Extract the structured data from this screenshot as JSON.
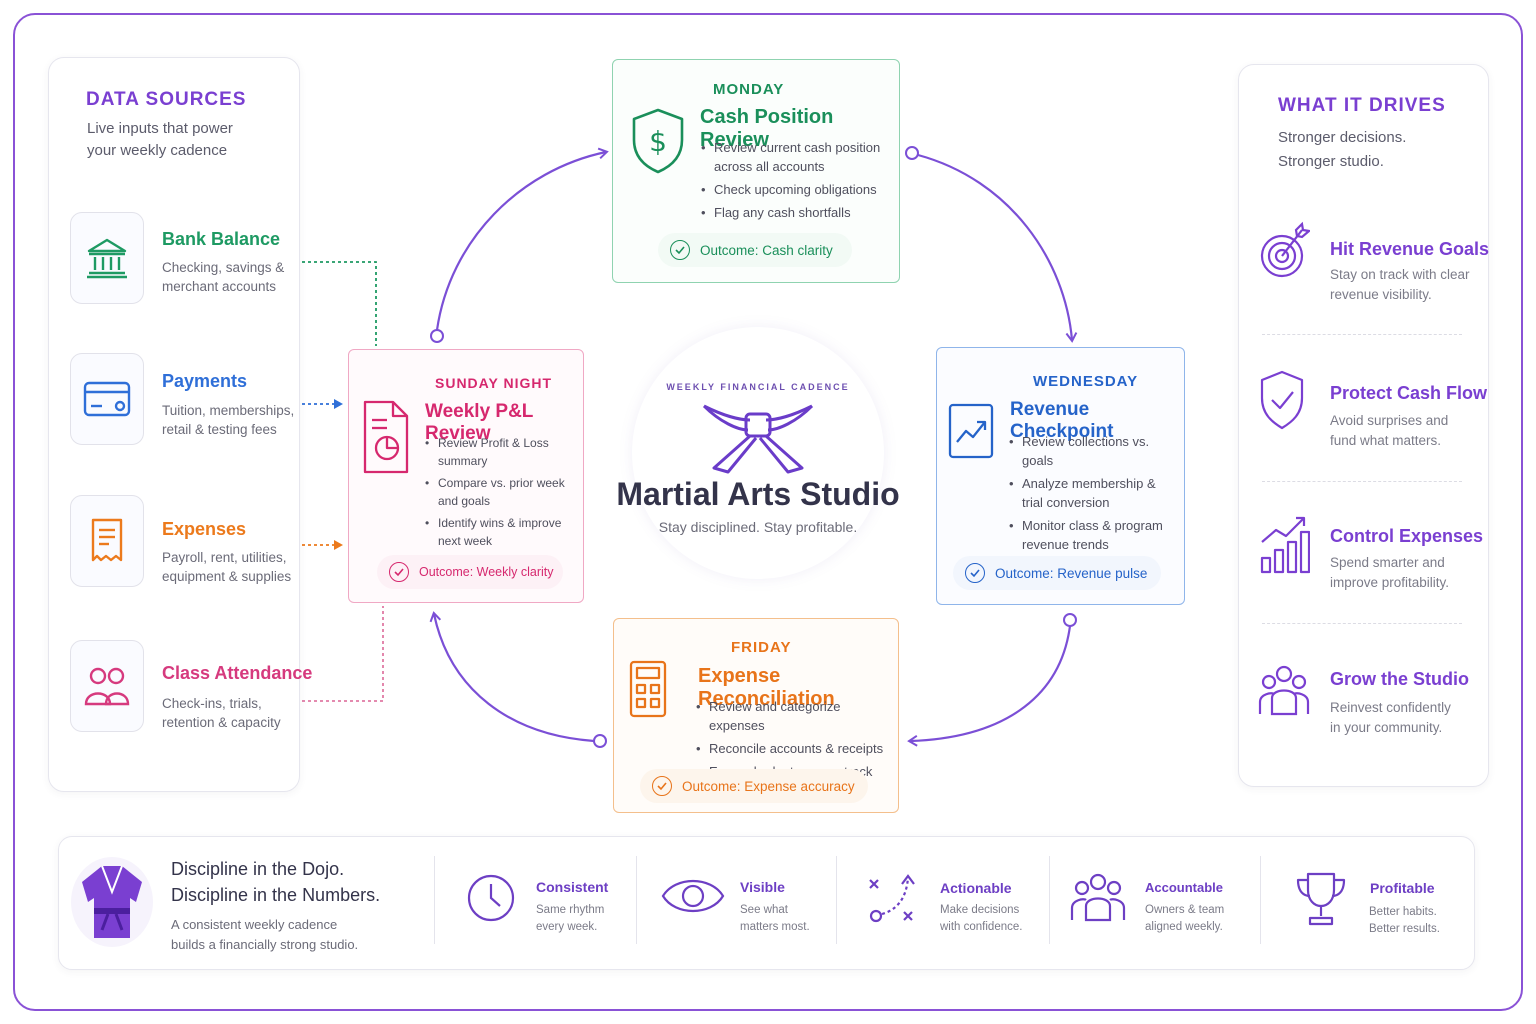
{
  "data_sources": {
    "title": "DATA SOURCES",
    "subtitle_line1": "Live inputs that power",
    "subtitle_line2": "your weekly cadence",
    "items": [
      {
        "title": "Bank Balance",
        "desc1": "Checking, savings &",
        "desc2": "merchant accounts",
        "color": "#1e9a63",
        "icon": "bank-icon"
      },
      {
        "title": "Payments",
        "desc1": "Tuition, memberships,",
        "desc2": "retail & testing fees",
        "color": "#2f6fd8",
        "icon": "credit-card-icon"
      },
      {
        "title": "Expenses",
        "desc1": "Payroll, rent, utilities,",
        "desc2": "equipment & supplies",
        "color": "#ec7a1c",
        "icon": "receipt-icon"
      },
      {
        "title": "Class Attendance",
        "desc1": "Check-ins, trials,",
        "desc2": "retention & capacity",
        "color": "#d63a7e",
        "icon": "people-icon"
      }
    ]
  },
  "cards": {
    "sunday": {
      "day": "SUNDAY NIGHT",
      "title": "Weekly P&L Review",
      "bullets": [
        "Review Profit & Loss summary",
        "Compare vs. prior week and goals",
        "Identify wins & improve next week"
      ],
      "outcome": "Outcome: Weekly clarity",
      "color": "#d6286e",
      "icon": "report-icon"
    },
    "monday": {
      "day": "MONDAY",
      "title": "Cash Position Review",
      "bullets": [
        "Review current cash position across all accounts",
        "Check upcoming obligations",
        "Flag any cash shortfalls"
      ],
      "outcome": "Outcome: Cash clarity",
      "color": "#1a8f5a",
      "icon": "shield-dollar-icon"
    },
    "wednesday": {
      "day": "WEDNESDAY",
      "title": "Revenue Checkpoint",
      "bullets": [
        "Review collections vs. goals",
        "Analyze membership & trial conversion",
        "Monitor class & program revenue trends"
      ],
      "outcome": "Outcome: Revenue pulse",
      "color": "#2563c9",
      "icon": "trend-up-icon"
    },
    "friday": {
      "day": "FRIDAY",
      "title": "Expense Reconciliation",
      "bullets": [
        "Review and categorize expenses",
        "Reconcile accounts & receipts",
        "Ensure budgets are on track"
      ],
      "outcome": "Outcome: Expense accuracy",
      "color": "#e8741a",
      "icon": "calculator-icon"
    }
  },
  "center": {
    "tag": "WEEKLY FINANCIAL CADENCE",
    "title": "Martial Arts Studio",
    "subtitle": "Stay disciplined. Stay profitable.",
    "icon": "belt-knot-icon"
  },
  "drives": {
    "title": "WHAT IT DRIVES",
    "subtitle_line1": "Stronger decisions.",
    "subtitle_line2": "Stronger studio.",
    "items": [
      {
        "title": "Hit Revenue Goals",
        "desc1": "Stay on track with clear",
        "desc2": "revenue visibility.",
        "icon": "target-icon"
      },
      {
        "title": "Protect Cash Flow",
        "desc1": "Avoid surprises and",
        "desc2": "fund what matters.",
        "icon": "shield-check-icon"
      },
      {
        "title": "Control Expenses",
        "desc1": "Spend smarter and",
        "desc2": "improve profitability.",
        "icon": "bar-growth-icon"
      },
      {
        "title": "Grow the Studio",
        "desc1": "Reinvest confidently",
        "desc2": "in your community.",
        "icon": "community-icon"
      }
    ]
  },
  "footer": {
    "headline1": "Discipline in the Dojo.",
    "headline2": "Discipline in the Numbers.",
    "desc1": "A consistent weekly cadence",
    "desc2": "builds a financially strong studio.",
    "values": [
      {
        "title": "Consistent",
        "desc1": "Same rhythm",
        "desc2": "every week.",
        "icon": "clock-icon"
      },
      {
        "title": "Visible",
        "desc1": "See what",
        "desc2": "matters most.",
        "icon": "eye-icon"
      },
      {
        "title": "Actionable",
        "desc1": "Make decisions",
        "desc2": "with confidence.",
        "icon": "strategy-icon"
      },
      {
        "title": "Accountable",
        "desc1": "Owners & team",
        "desc2": "aligned weekly.",
        "icon": "team-icon"
      },
      {
        "title": "Profitable",
        "desc1": "Better habits.",
        "desc2": "Better results.",
        "icon": "trophy-icon"
      }
    ]
  },
  "colors": {
    "accent": "#7a3fd1",
    "cycle_arrow": "#7b4fd6"
  }
}
